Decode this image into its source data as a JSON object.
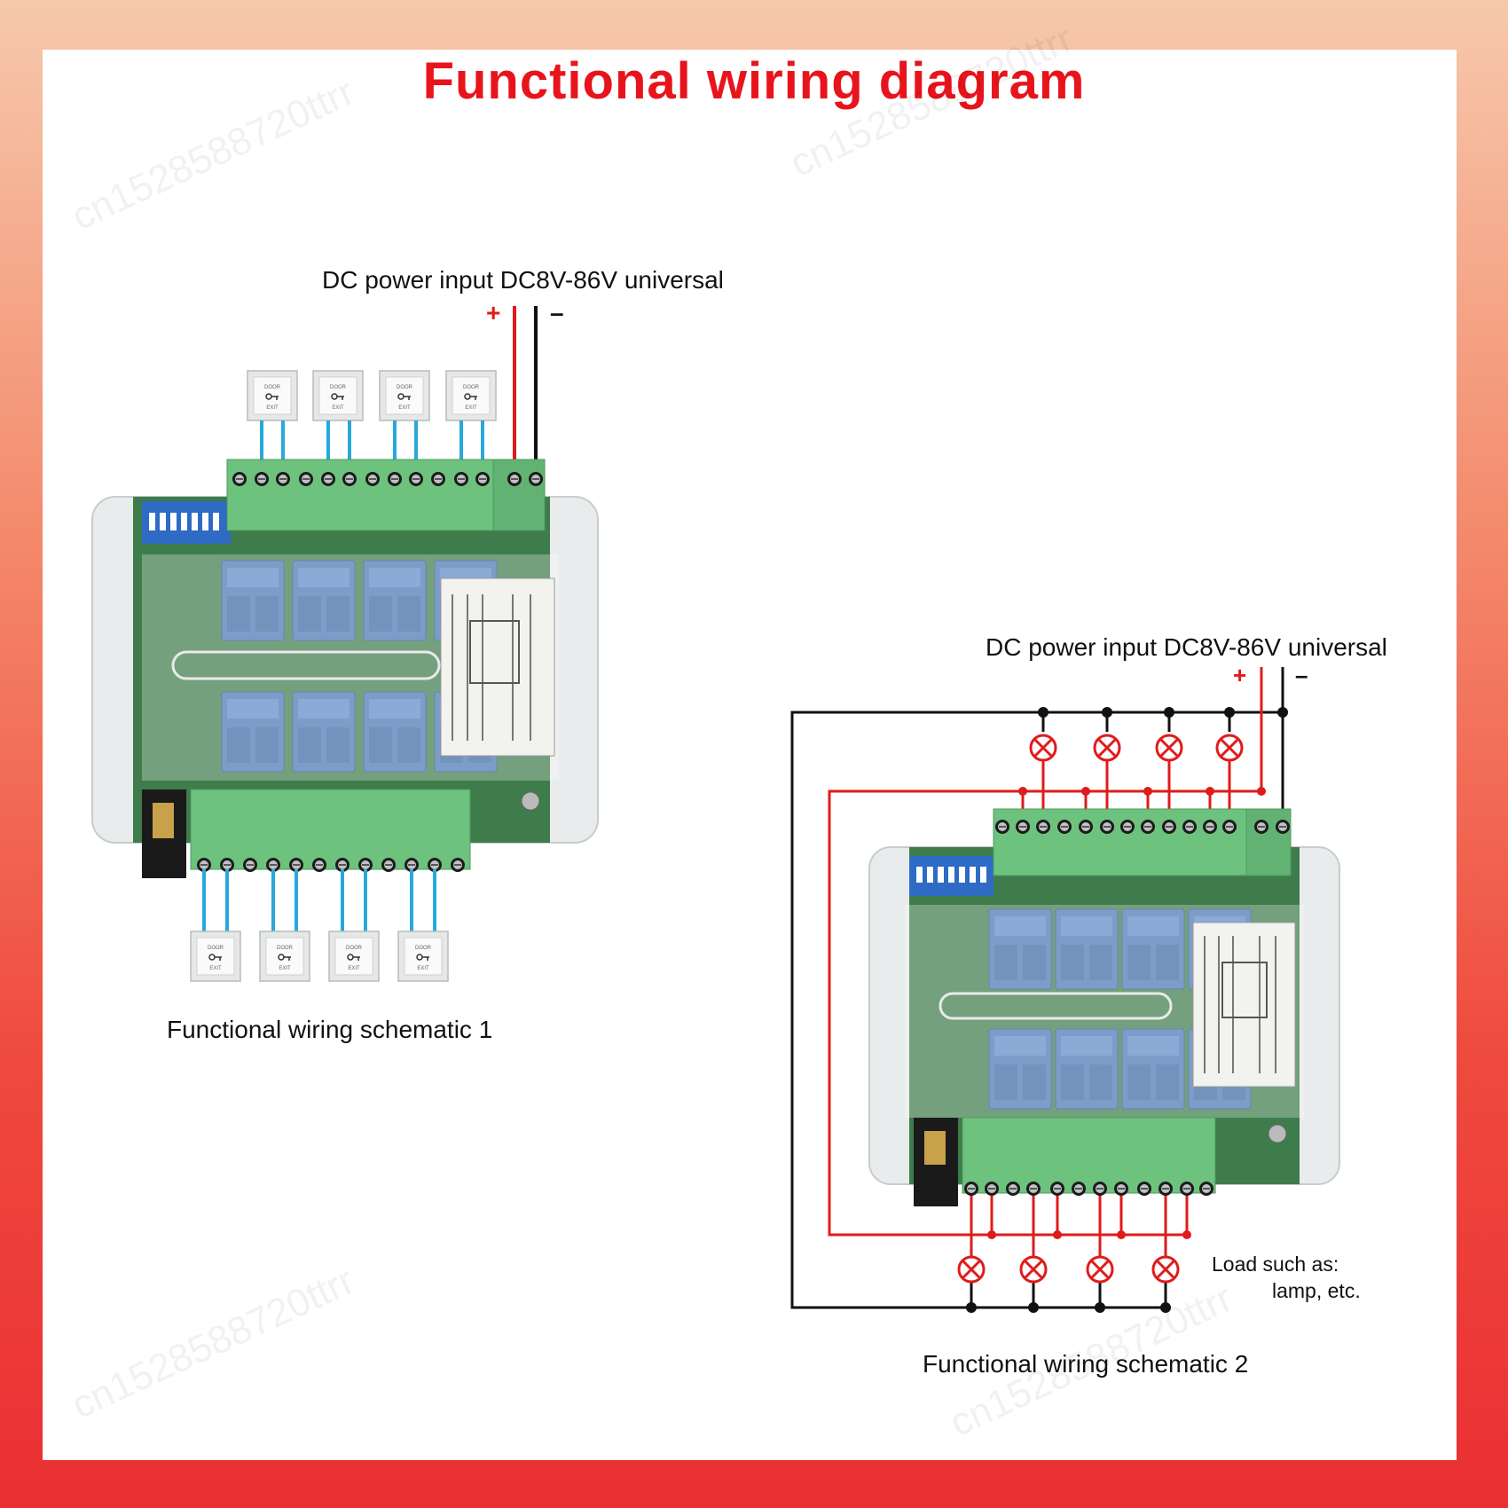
{
  "title": "Functional wiring diagram",
  "colors": {
    "title_red": "#e8141c",
    "wire_red": "#e01b1b",
    "wire_black": "#111111",
    "wire_blue": "#28a8dc",
    "terminal_green": "#6dc27e",
    "relay_blue": "#4a78b5",
    "board_green": "#3f7c4c"
  },
  "watermark": "cn1528588720ttrr",
  "schematic1": {
    "power_label": "DC power input DC8V-86V universal",
    "plus": "+",
    "minus": "–",
    "caption": "Functional wiring schematic 1"
  },
  "schematic2": {
    "power_label": "DC power input DC8V-86V universal",
    "plus": "+",
    "minus": "–",
    "load_label_line1": "Load such as:",
    "load_label_line2": "lamp, etc.",
    "caption": "Functional wiring schematic 2"
  },
  "icons": {
    "exit_switch": "exit-button-icon",
    "lamp": "lamp-icon"
  }
}
